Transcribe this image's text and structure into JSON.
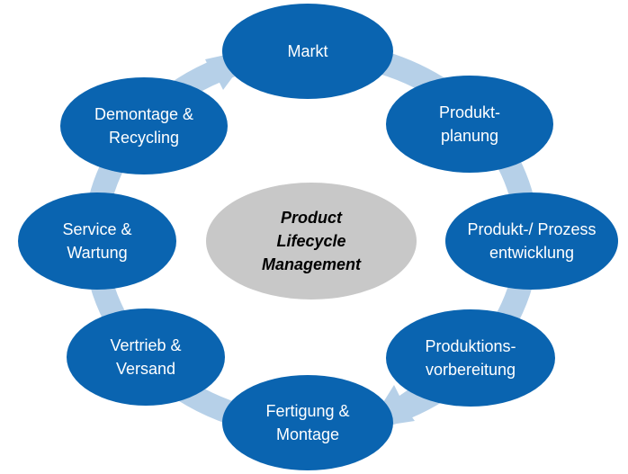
{
  "diagram": {
    "type": "cycle",
    "center": {
      "lines": [
        "Product",
        "Lifecycle",
        "Management"
      ],
      "color": "#c8c8c8"
    },
    "node_color": "#0a64b0",
    "arrow_color": "#b6d0e8",
    "nodes": [
      {
        "id": "markt",
        "lines": [
          "Markt"
        ]
      },
      {
        "id": "produktplanung",
        "lines": [
          "Produkt-",
          "planung"
        ]
      },
      {
        "id": "produkt-prozessentwicklung",
        "lines": [
          "Produkt-/ Prozess",
          "entwicklung"
        ]
      },
      {
        "id": "produktionsvorbereitung",
        "lines": [
          "Produktions-",
          "vorbereitung"
        ]
      },
      {
        "id": "fertigung-montage",
        "lines": [
          "Fertigung &",
          "Montage"
        ]
      },
      {
        "id": "vertrieb-versand",
        "lines": [
          "Vertrieb &",
          "Versand"
        ]
      },
      {
        "id": "service-wartung",
        "lines": [
          "Service &",
          "Wartung"
        ]
      },
      {
        "id": "demontage-recycling",
        "lines": [
          "Demontage &",
          "Recycling"
        ]
      }
    ],
    "arrows": [
      {
        "from": "demontage-recycling",
        "to": "markt"
      },
      {
        "from": "produktionsvorbereitung",
        "to": "fertigung-montage"
      }
    ]
  }
}
